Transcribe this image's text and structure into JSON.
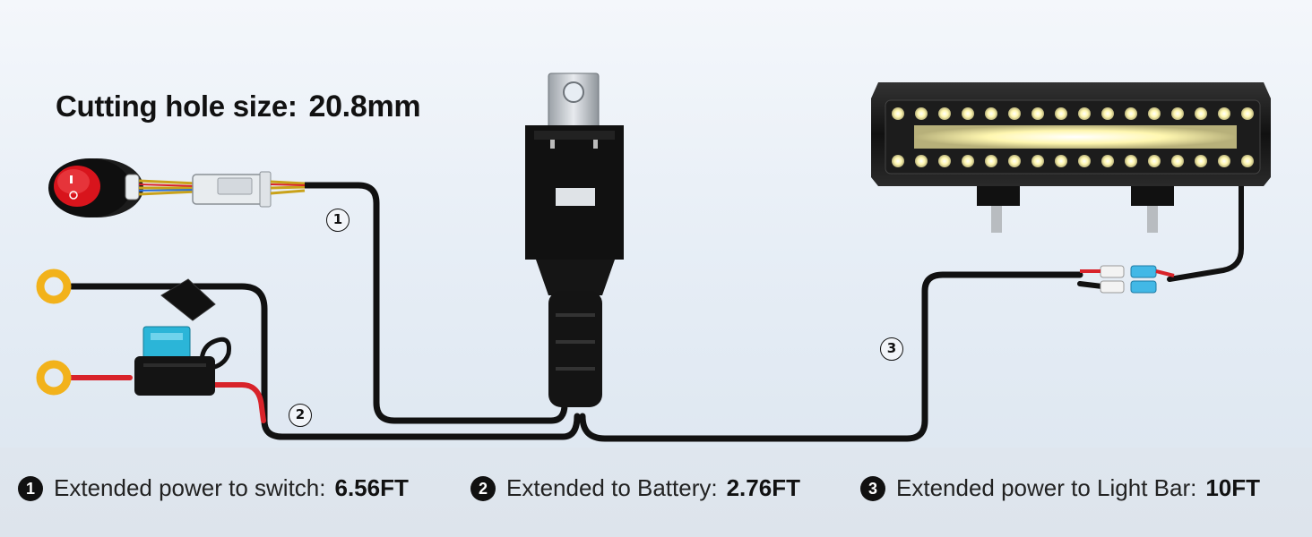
{
  "hole": {
    "label": "Cutting hole size:",
    "value": "20.8mm"
  },
  "markers": [
    "1",
    "2",
    "3"
  ],
  "legend": [
    {
      "num": "1",
      "text": "Extended power to switch:",
      "value": "6.56FT"
    },
    {
      "num": "2",
      "text": "Extended to Battery:",
      "value": "2.76FT"
    },
    {
      "num": "3",
      "text": "Extended power to Light Bar:",
      "value": "10FT"
    }
  ],
  "colors": {
    "wire": "#111111",
    "red_wire": "#d8232a",
    "fuse_blue": "#2bb5d8",
    "ring_terminal": "#f2b21b",
    "switch_red": "#d8141c",
    "led_yellow": "#fff59a"
  },
  "icons": [
    "rocker-switch-icon",
    "relay-icon",
    "fuse-holder-icon",
    "ring-terminal-icon",
    "led-light-bar-icon",
    "connector-icon"
  ]
}
